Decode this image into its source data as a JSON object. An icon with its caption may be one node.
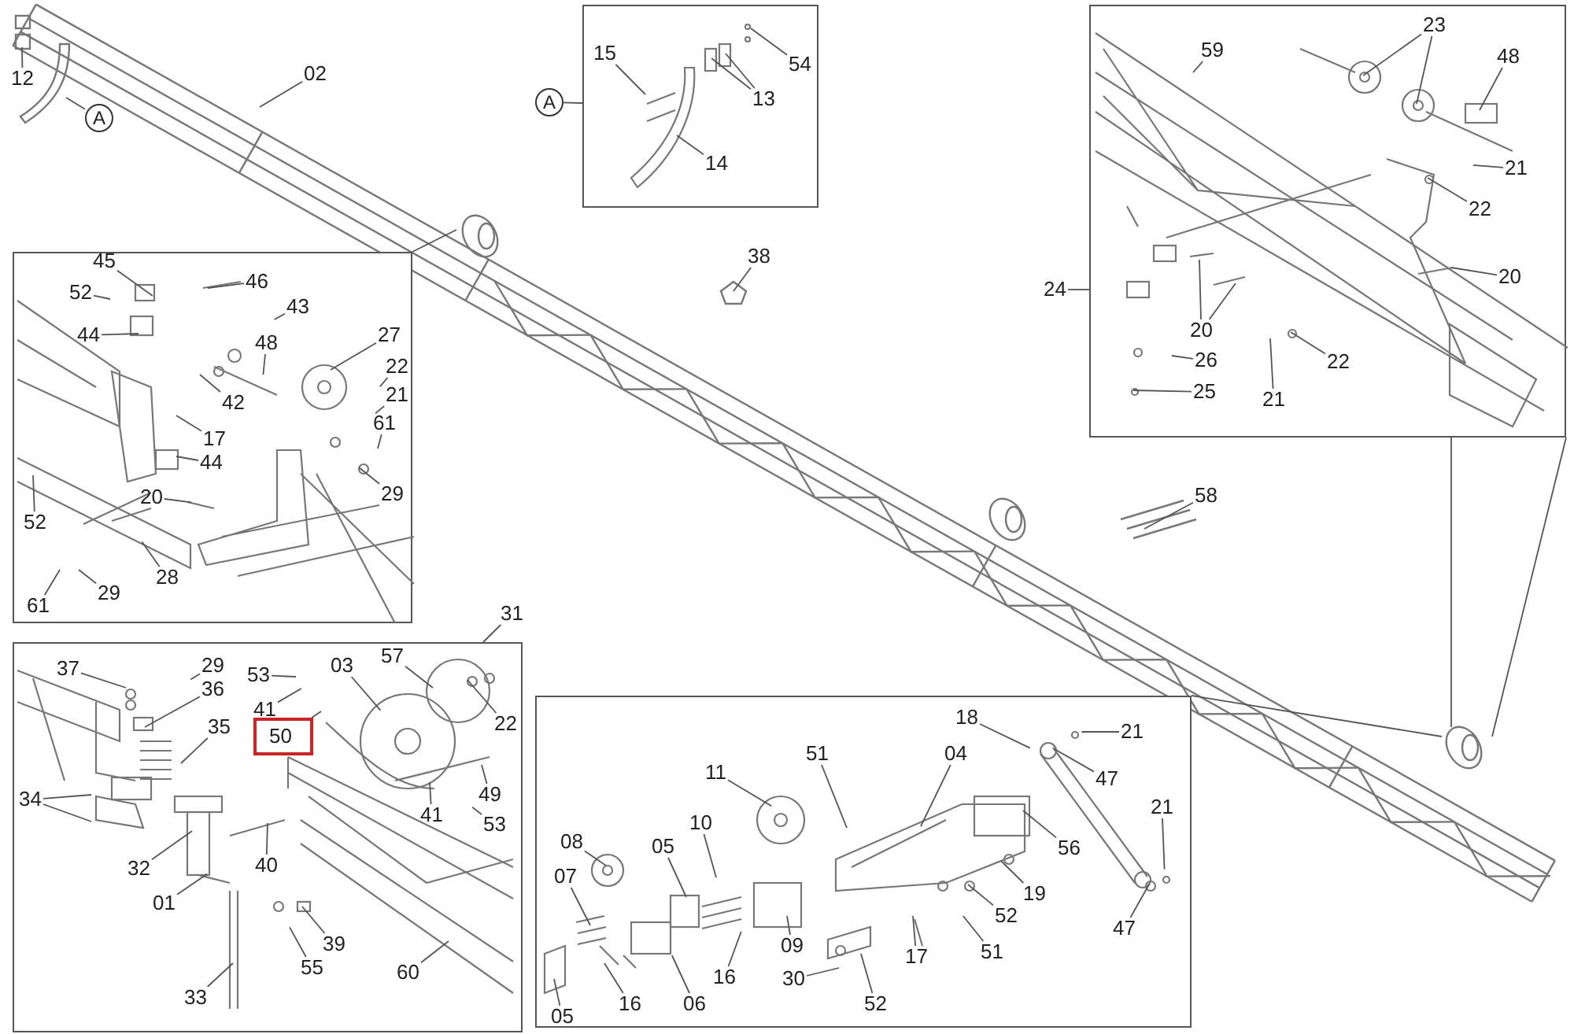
{
  "diagram": {
    "nodes": [
      {
        "text": [],
        "shape": "box"
      },
      {
        "text": [],
        "shape": "box"
      },
      {
        "text": [],
        "shape": "box"
      },
      {
        "text": [],
        "shape": "box"
      },
      {
        "text": [],
        "shape": "box"
      },
      {
        "text": [
          "12"
        ]
      },
      {
        "text": [
          "A"
        ]
      },
      {
        "text": [
          "02"
        ]
      },
      {
        "text": [
          "A"
        ]
      },
      {
        "text": [
          "38"
        ]
      },
      {
        "text": [
          "58"
        ]
      },
      {
        "text": [
          "31"
        ]
      },
      {
        "text": [
          "24"
        ]
      },
      {
        "text": [
          "15"
        ],
        "in": 0
      },
      {
        "text": [
          "54"
        ],
        "in": 0
      },
      {
        "text": [
          "13"
        ],
        "in": 0
      },
      {
        "text": [
          "14"
        ],
        "in": 0
      },
      {
        "text": [
          "45"
        ],
        "in": 1
      },
      {
        "text": [
          "52"
        ],
        "in": 1
      },
      {
        "text": [
          "46"
        ],
        "in": 1
      },
      {
        "text": [
          "43"
        ],
        "in": 1
      },
      {
        "text": [
          "44"
        ],
        "in": 1
      },
      {
        "text": [
          "48"
        ],
        "in": 1
      },
      {
        "text": [
          "27"
        ],
        "in": 1
      },
      {
        "text": [
          "22"
        ],
        "in": 1
      },
      {
        "text": [
          "42"
        ],
        "in": 1
      },
      {
        "text": [
          "21"
        ],
        "in": 1
      },
      {
        "text": [
          "61"
        ],
        "in": 1
      },
      {
        "text": [
          "17"
        ],
        "in": 1
      },
      {
        "text": [
          "44"
        ],
        "in": 1
      },
      {
        "text": [
          "29"
        ],
        "in": 1
      },
      {
        "text": [
          "52"
        ],
        "in": 1
      },
      {
        "text": [
          "20"
        ],
        "in": 1
      },
      {
        "text": [
          "28"
        ],
        "in": 1
      },
      {
        "text": [
          "29"
        ],
        "in": 1
      },
      {
        "text": [
          "61"
        ],
        "in": 1
      },
      {
        "text": [
          "37"
        ],
        "in": 2
      },
      {
        "text": [
          "29"
        ],
        "in": 2
      },
      {
        "text": [
          "36"
        ],
        "in": 2
      },
      {
        "text": [
          "35"
        ],
        "in": 2
      },
      {
        "text": [
          "53"
        ],
        "in": 2
      },
      {
        "text": [
          "41"
        ],
        "in": 2
      },
      {
        "text": [
          "50"
        ],
        "in": 2
      },
      {
        "text": [
          "03"
        ],
        "in": 2
      },
      {
        "text": [
          "57"
        ],
        "in": 2
      },
      {
        "text": [
          "22"
        ],
        "in": 2
      },
      {
        "text": [
          "34"
        ],
        "in": 2
      },
      {
        "text": [
          "32"
        ],
        "in": 2
      },
      {
        "text": [
          "01"
        ],
        "in": 2
      },
      {
        "text": [
          "40"
        ],
        "in": 2
      },
      {
        "text": [
          "49"
        ],
        "in": 2
      },
      {
        "text": [
          "41"
        ],
        "in": 2
      },
      {
        "text": [
          "53"
        ],
        "in": 2
      },
      {
        "text": [
          "33"
        ],
        "in": 2
      },
      {
        "text": [
          "55"
        ],
        "in": 2
      },
      {
        "text": [
          "39"
        ],
        "in": 2
      },
      {
        "text": [
          "60"
        ],
        "in": 2
      },
      {
        "text": [
          "11"
        ],
        "in": 3
      },
      {
        "text": [
          "51"
        ],
        "in": 3
      },
      {
        "text": [
          "04"
        ],
        "in": 3
      },
      {
        "text": [
          "18"
        ],
        "in": 3
      },
      {
        "text": [
          "21"
        ],
        "in": 3
      },
      {
        "text": [
          "47"
        ],
        "in": 3
      },
      {
        "text": [
          "10"
        ],
        "in": 3
      },
      {
        "text": [
          "08"
        ],
        "in": 3
      },
      {
        "text": [
          "05"
        ],
        "in": 3
      },
      {
        "text": [
          "21"
        ],
        "in": 3
      },
      {
        "text": [
          "56"
        ],
        "in": 3
      },
      {
        "text": [
          "07"
        ],
        "in": 3
      },
      {
        "text": [
          "19"
        ],
        "in": 3
      },
      {
        "text": [
          "52"
        ],
        "in": 3
      },
      {
        "text": [
          "09"
        ],
        "in": 3
      },
      {
        "text": [
          "16"
        ],
        "in": 3
      },
      {
        "text": [
          "17"
        ],
        "in": 3
      },
      {
        "text": [
          "51"
        ],
        "in": 3
      },
      {
        "text": [
          "47"
        ],
        "in": 3
      },
      {
        "text": [
          "30"
        ],
        "in": 3
      },
      {
        "text": [
          "52"
        ],
        "in": 3
      },
      {
        "text": [
          "16"
        ],
        "in": 3
      },
      {
        "text": [
          "06"
        ],
        "in": 3
      },
      {
        "text": [
          "05"
        ],
        "in": 3
      },
      {
        "text": [
          "23"
        ],
        "in": 4
      },
      {
        "text": [
          "59"
        ],
        "in": 4
      },
      {
        "text": [
          "48"
        ],
        "in": 4
      },
      {
        "text": [
          "21"
        ],
        "in": 4
      },
      {
        "text": [
          "22"
        ],
        "in": 4
      },
      {
        "text": [
          "20"
        ],
        "in": 4
      },
      {
        "text": [
          "20"
        ],
        "in": 4
      },
      {
        "text": [
          "26"
        ],
        "in": 4
      },
      {
        "text": [
          "25"
        ],
        "in": 4
      },
      {
        "text": [
          "22"
        ],
        "in": 4
      },
      {
        "text": [
          "21"
        ],
        "in": 4
      }
    ],
    "edges": [
      {
        "from": 1,
        "to": null,
        "arrow": "none"
      },
      {
        "from": 3,
        "to": null,
        "arrow": "none"
      },
      {
        "from": 4,
        "to": null,
        "arrow": "none"
      },
      {
        "from": 4,
        "to": null,
        "arrow": "none"
      },
      {
        "from": 5,
        "to": null,
        "arrow": "none"
      },
      {
        "from": 6,
        "to": null,
        "arrow": "none"
      },
      {
        "from": 7,
        "to": null,
        "arrow": "none"
      },
      {
        "from": 8,
        "to": 0,
        "arrow": "none"
      },
      {
        "from": 9,
        "to": null,
        "arrow": "none"
      },
      {
        "from": 10,
        "to": null,
        "arrow": "none"
      },
      {
        "from": 11,
        "to": 2,
        "arrow": "none"
      },
      {
        "from": 12,
        "to": 4,
        "arrow": "none"
      },
      {
        "from": 13,
        "to": null,
        "arrow": "none"
      },
      {
        "from": 14,
        "to": null,
        "arrow": "none"
      },
      {
        "from": 15,
        "to": null,
        "arrow": "none"
      },
      {
        "from": 15,
        "to": null,
        "arrow": "none"
      },
      {
        "from": 16,
        "to": null,
        "arrow": "none"
      },
      {
        "from": 17,
        "to": null,
        "arrow": "none"
      },
      {
        "from": 18,
        "to": null,
        "arrow": "none"
      },
      {
        "from": 19,
        "to": null,
        "arrow": "none"
      },
      {
        "from": 20,
        "to": null,
        "arrow": "none"
      },
      {
        "from": 21,
        "to": null,
        "arrow": "none"
      },
      {
        "from": 22,
        "to": null,
        "arrow": "none"
      },
      {
        "from": 23,
        "to": null,
        "arrow": "none"
      },
      {
        "from": 24,
        "to": null,
        "arrow": "none"
      },
      {
        "from": 25,
        "to": null,
        "arrow": "none"
      },
      {
        "from": 26,
        "to": null,
        "arrow": "none"
      },
      {
        "from": 27,
        "to": null,
        "arrow": "none"
      },
      {
        "from": 28,
        "to": null,
        "arrow": "none"
      },
      {
        "from": 29,
        "to": null,
        "arrow": "none"
      },
      {
        "from": 30,
        "to": null,
        "arrow": "none"
      },
      {
        "from": 31,
        "to": null,
        "arrow": "none"
      },
      {
        "from": 32,
        "to": null,
        "arrow": "none"
      },
      {
        "from": 33,
        "to": null,
        "arrow": "none"
      },
      {
        "from": 34,
        "to": null,
        "arrow": "none"
      },
      {
        "from": 35,
        "to": null,
        "arrow": "none"
      },
      {
        "from": 36,
        "to": null,
        "arrow": "none"
      },
      {
        "from": 37,
        "to": null,
        "arrow": "none"
      },
      {
        "from": 38,
        "to": null,
        "arrow": "none"
      },
      {
        "from": 39,
        "to": null,
        "arrow": "none"
      },
      {
        "from": 40,
        "to": null,
        "arrow": "none"
      },
      {
        "from": 41,
        "to": null,
        "arrow": "none"
      },
      {
        "from": 42,
        "to": null,
        "arrow": "none"
      },
      {
        "from": 43,
        "to": null,
        "arrow": "none"
      },
      {
        "from": 44,
        "to": null,
        "arrow": "none"
      },
      {
        "from": 45,
        "to": null,
        "arrow": "none"
      },
      {
        "from": 46,
        "to": null,
        "arrow": "none"
      },
      {
        "from": 46,
        "to": null,
        "arrow": "none"
      },
      {
        "from": 47,
        "to": null,
        "arrow": "none"
      },
      {
        "from": 48,
        "to": null,
        "arrow": "none"
      },
      {
        "from": 49,
        "to": null,
        "arrow": "none"
      },
      {
        "from": 50,
        "to": null,
        "arrow": "none"
      },
      {
        "from": 51,
        "to": null,
        "arrow": "none"
      },
      {
        "from": 52,
        "to": null,
        "arrow": "none"
      },
      {
        "from": 53,
        "to": null,
        "arrow": "none"
      },
      {
        "from": 54,
        "to": null,
        "arrow": "none"
      },
      {
        "from": 55,
        "to": null,
        "arrow": "none"
      },
      {
        "from": 56,
        "to": null,
        "arrow": "none"
      },
      {
        "from": 57,
        "to": null,
        "arrow": "none"
      },
      {
        "from": 58,
        "to": null,
        "arrow": "none"
      },
      {
        "from": 59,
        "to": null,
        "arrow": "none"
      },
      {
        "from": 60,
        "to": null,
        "arrow": "none"
      },
      {
        "from": 61,
        "to": null,
        "arrow": "none"
      },
      {
        "from": 62,
        "to": null,
        "arrow": "none"
      },
      {
        "from": 63,
        "to": null,
        "arrow": "none"
      },
      {
        "from": 64,
        "to": null,
        "arrow": "none"
      },
      {
        "from": 65,
        "to": null,
        "arrow": "none"
      },
      {
        "from": 66,
        "to": null,
        "arrow": "none"
      },
      {
        "from": 67,
        "to": null,
        "arrow": "none"
      },
      {
        "from": 68,
        "to": null,
        "arrow": "none"
      },
      {
        "from": 69,
        "to": null,
        "arrow": "none"
      },
      {
        "from": 70,
        "to": null,
        "arrow": "none"
      },
      {
        "from": 71,
        "to": null,
        "arrow": "none"
      },
      {
        "from": 72,
        "to": null,
        "arrow": "none"
      },
      {
        "from": 73,
        "to": null,
        "arrow": "none"
      },
      {
        "from": 74,
        "to": null,
        "arrow": "none"
      },
      {
        "from": 75,
        "to": null,
        "arrow": "none"
      },
      {
        "from": 76,
        "to": null,
        "arrow": "none"
      },
      {
        "from": 77,
        "to": null,
        "arrow": "none"
      },
      {
        "from": 78,
        "to": null,
        "arrow": "none"
      },
      {
        "from": 79,
        "to": null,
        "arrow": "none"
      },
      {
        "from": 80,
        "to": null,
        "arrow": "none"
      },
      {
        "from": 81,
        "to": null,
        "arrow": "none"
      },
      {
        "from": 81,
        "to": null,
        "arrow": "none"
      },
      {
        "from": 82,
        "to": null,
        "arrow": "none"
      },
      {
        "from": 83,
        "to": null,
        "arrow": "none"
      },
      {
        "from": 84,
        "to": null,
        "arrow": "none"
      },
      {
        "from": 85,
        "to": null,
        "arrow": "none"
      },
      {
        "from": 86,
        "to": null,
        "arrow": "none"
      },
      {
        "from": 87,
        "to": null,
        "arrow": "none"
      },
      {
        "from": 87,
        "to": null,
        "arrow": "none"
      },
      {
        "from": 88,
        "to": null,
        "arrow": "none"
      },
      {
        "from": 89,
        "to": null,
        "arrow": "none"
      },
      {
        "from": 90,
        "to": null,
        "arrow": "none"
      },
      {
        "from": 91,
        "to": null,
        "arrow": "none"
      }
    ]
  }
}
